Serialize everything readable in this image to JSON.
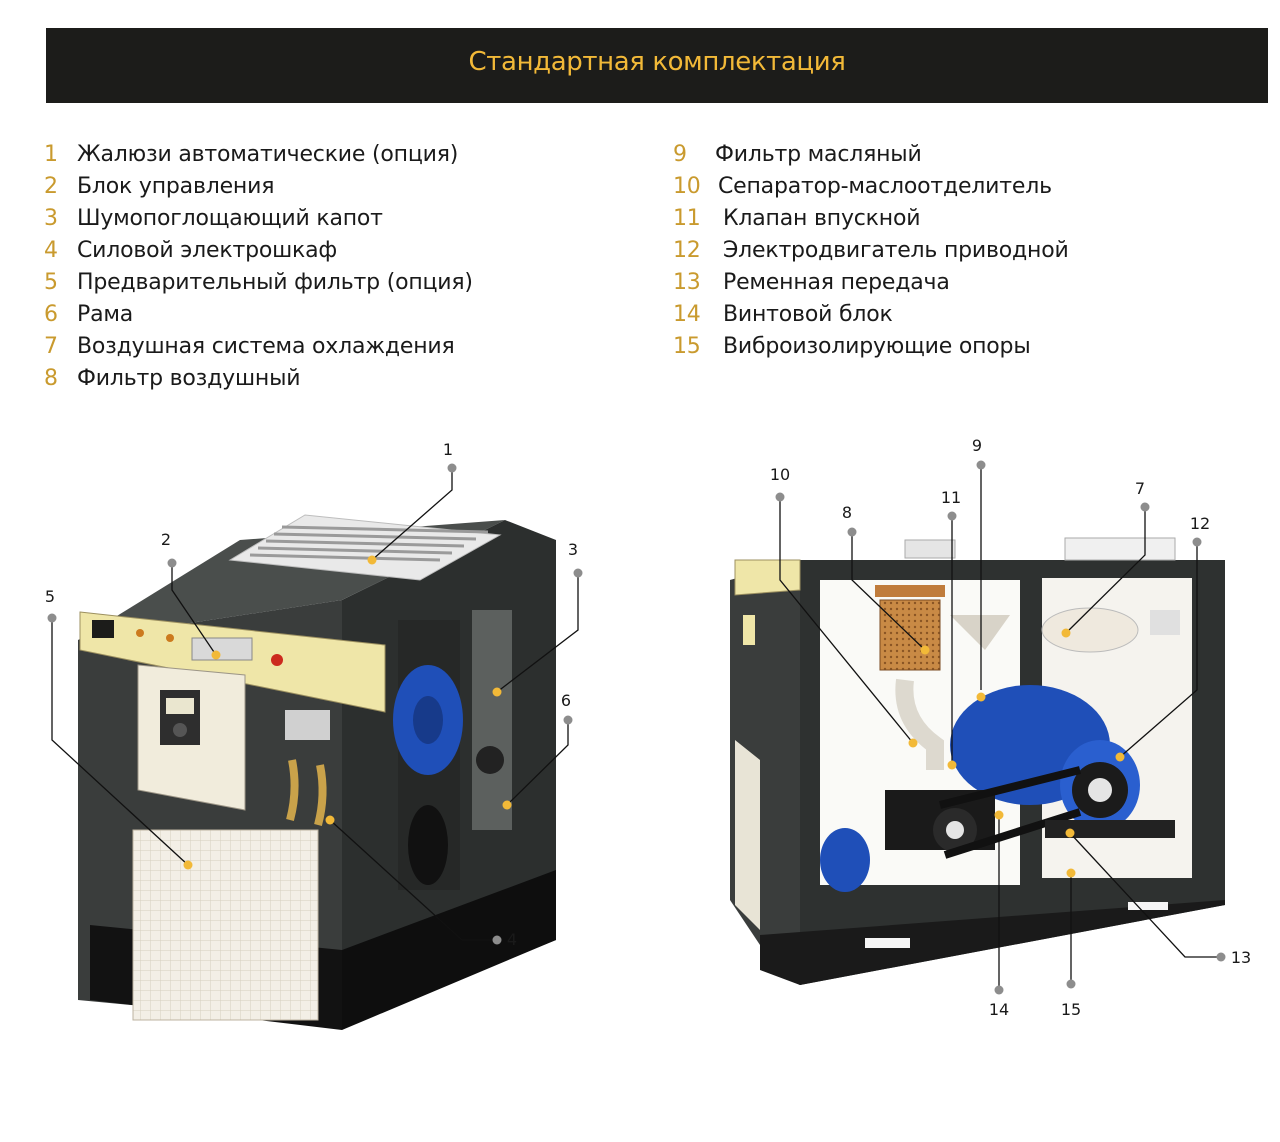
{
  "banner": {
    "title": "Стандартная комплектация"
  },
  "legend_left": [
    {
      "num": "1",
      "label": "Жалюзи автоматические (опция)"
    },
    {
      "num": "2",
      "label": "Блок управления"
    },
    {
      "num": "3",
      "label": "Шумопоглощающий капот"
    },
    {
      "num": "4",
      "label": "Силовой электрошкаф"
    },
    {
      "num": "5",
      "label": "Предварительный фильтр (опция)"
    },
    {
      "num": "6",
      "label": "Рама"
    },
    {
      "num": "7",
      "label": "Воздушная система охлаждения"
    },
    {
      "num": "8",
      "label": "Фильтр воздушный"
    }
  ],
  "legend_right": [
    {
      "num": "9",
      "label": "Фильтр масляный"
    },
    {
      "num": "10",
      "label": "Сепаратор-маслоотделитель"
    },
    {
      "num": "11",
      "label": "Клапан впускной"
    },
    {
      "num": "12",
      "label": "Электродвигатель приводной"
    },
    {
      "num": "13",
      "label": "Ременная передача"
    },
    {
      "num": "14",
      "label": "Винтовой блок"
    },
    {
      "num": "15",
      "label": "Виброизолирующие опоры"
    }
  ],
  "callouts": {
    "n1": "1",
    "n2": "2",
    "n3": "3",
    "n4": "4",
    "n5": "5",
    "n6": "6",
    "n7": "7",
    "n8": "8",
    "n9": "9",
    "n10": "10",
    "n11": "11",
    "n12": "12",
    "n13": "13",
    "n14": "14",
    "n15": "15"
  },
  "colors": {
    "banner_bg": "#1c1c1a",
    "banner_text": "#f2b938",
    "legend_number": "#c99a2e",
    "cabinet_body": "#3a3d3c",
    "callout_dot": "#f2b938",
    "motor_blue": "#1f4fb8"
  }
}
